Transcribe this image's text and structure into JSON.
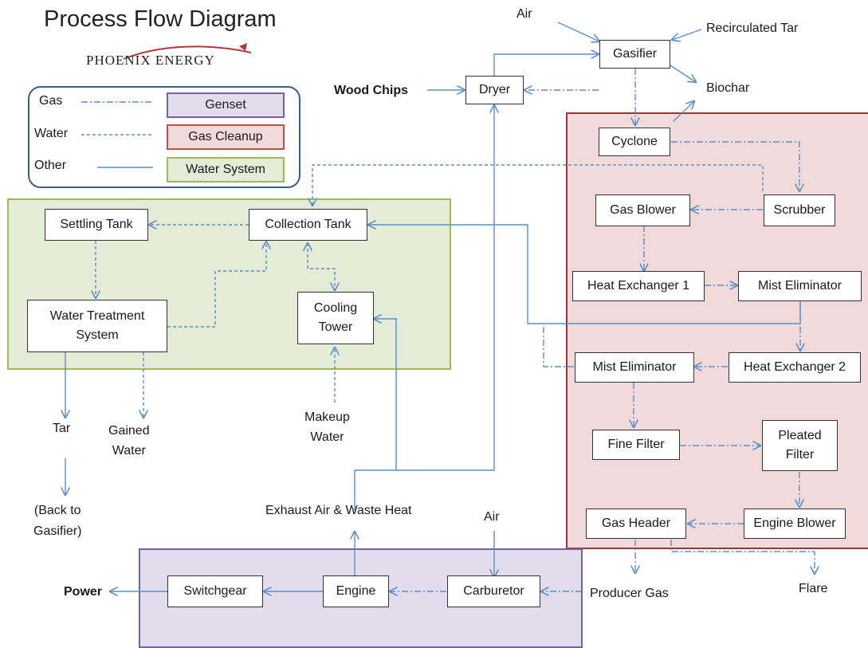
{
  "title": "Process Flow Diagram",
  "logo_text": "PHOENIX ENERGY",
  "colors": {
    "gas_region_fill": "#f2d9da",
    "gas_region_border": "#8c3a3a",
    "water_region_fill": "#e4ebd6",
    "water_region_border": "#9bbb59",
    "genset_region_fill": "#e3dcec",
    "genset_region_border": "#7b5fa3",
    "line": "#5b8fc9"
  },
  "legend": {
    "gas_label": "Gas",
    "water_label": "Water",
    "other_label": "Other",
    "genset": "Genset",
    "gas_cleanup": "Gas Cleanup",
    "water_system": "Water System"
  },
  "nodes": {
    "gasifier": "Gasifier",
    "dryer": "Dryer",
    "cyclone": "Cyclone",
    "gas_blower": "Gas Blower",
    "scrubber": "Scrubber",
    "heat_exchanger_1": "Heat Exchanger 1",
    "mist_eliminator_1": "Mist Eliminator",
    "mist_eliminator_2": "Mist Eliminator",
    "heat_exchanger_2": "Heat Exchanger 2",
    "fine_filter": "Fine Filter",
    "pleated_filter_line1": "Pleated",
    "pleated_filter_line2": "Filter",
    "gas_header": "Gas Header",
    "engine_blower": "Engine Blower",
    "settling_tank": "Settling Tank",
    "collection_tank": "Collection  Tank",
    "water_treatment_line1": "Water Treatment",
    "water_treatment_line2": "System",
    "cooling_tower_line1": "Cooling",
    "cooling_tower_line2": "Tower",
    "switchgear": "Switchgear",
    "engine": "Engine",
    "carburetor": "Carburetor"
  },
  "labels": {
    "air_top": "Air",
    "recirculated_tar": "Recirculated Tar",
    "biochar": "Biochar",
    "wood_chips": "Wood Chips",
    "tar": "Tar",
    "gained_water_line1": "Gained",
    "gained_water_line2": "Water",
    "makeup_water_line1": "Makeup",
    "makeup_water_line2": "Water",
    "back_to_gasifier_line1": "(Back to",
    "back_to_gasifier_line2": "Gasifier)",
    "exhaust": "Exhaust  Air & Waste Heat",
    "air_bottom": "Air",
    "power": "Power",
    "producer_gas": "Producer Gas",
    "flare": "Flare"
  }
}
